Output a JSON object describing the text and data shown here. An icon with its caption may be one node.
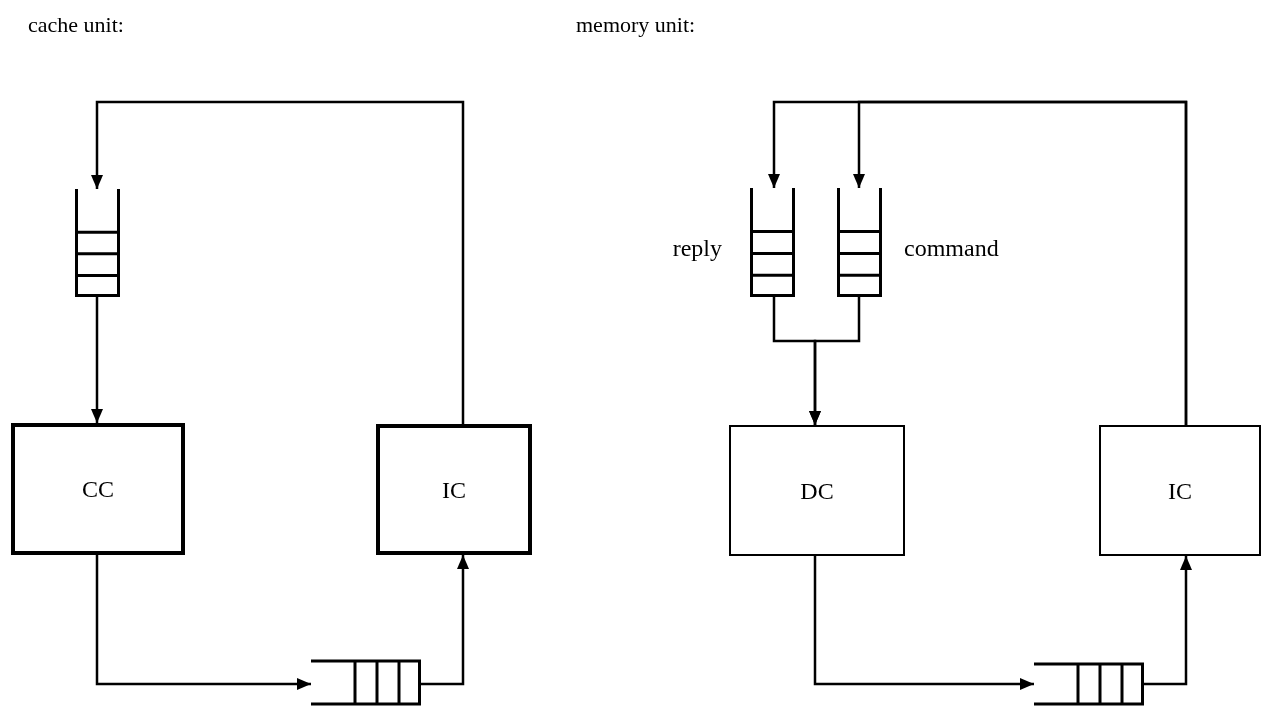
{
  "diagram": {
    "nodes": [
      {
        "text": [
          "CC"
        ]
      },
      {
        "text": [
          "IC"
        ]
      },
      {
        "text": [],
        "shape": "queue"
      },
      {
        "text": [],
        "shape": "queue"
      },
      {
        "text": [
          "DC"
        ]
      },
      {
        "text": [
          "IC"
        ]
      },
      {
        "text": [],
        "shape": "queue",
        "beside": [
          "reply"
        ]
      },
      {
        "text": [],
        "shape": "queue",
        "beside": [
          "command"
        ]
      },
      {
        "text": [],
        "shape": "queue"
      }
    ],
    "edges": [
      {
        "from": 1,
        "to": 2,
        "arrow": "to"
      },
      {
        "from": 2,
        "to": 0,
        "arrow": "to"
      },
      {
        "from": 0,
        "to": 3,
        "arrow": "to"
      },
      {
        "from": 3,
        "to": 1,
        "arrow": "to"
      },
      {
        "from": 5,
        "to": 6,
        "arrow": "to"
      },
      {
        "from": 5,
        "to": 7,
        "arrow": "to"
      },
      {
        "from": 6,
        "to": 4,
        "arrow": "to"
      },
      {
        "from": 7,
        "to": 4,
        "arrow": "to"
      },
      {
        "from": 4,
        "to": 8,
        "arrow": "to"
      },
      {
        "from": 8,
        "to": 5,
        "arrow": "to"
      }
    ],
    "labels": [
      "cache unit:",
      "memory unit:"
    ]
  }
}
